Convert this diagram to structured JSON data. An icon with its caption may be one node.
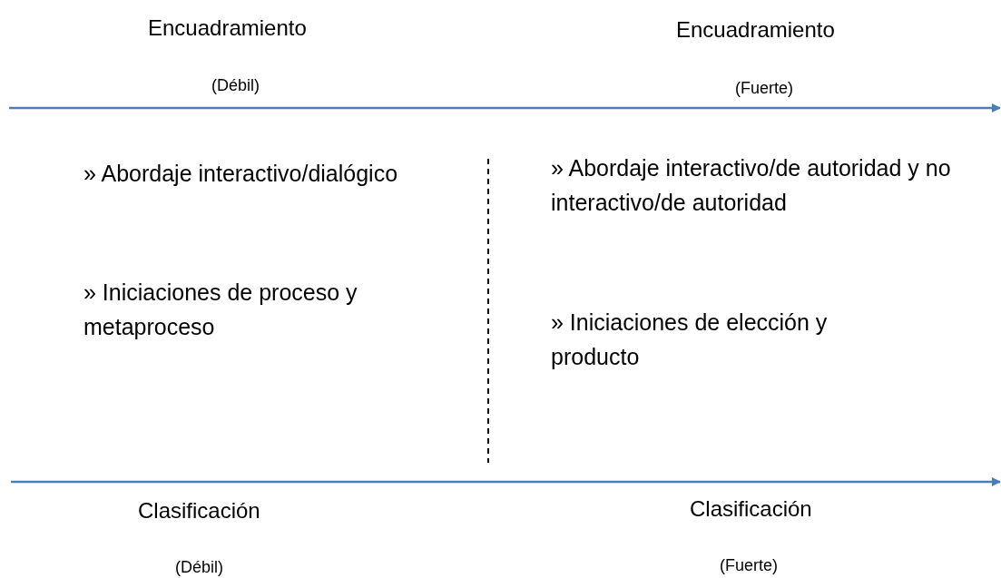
{
  "diagram": {
    "labels": [
      "Encuadramiento",
      "Encuadramiento",
      "(Débil)",
      "(Fuerte)",
      "» Abordaje interactivo/dialógico",
      "» Abordaje interactivo/de autoridad y no interactivo/de autoridad",
      "» Iniciaciones de proceso y metaproceso",
      "» Iniciaciones de elección y producto",
      "Clasificación",
      "Clasificación",
      "(Débil)",
      "(Fuerte)"
    ]
  }
}
